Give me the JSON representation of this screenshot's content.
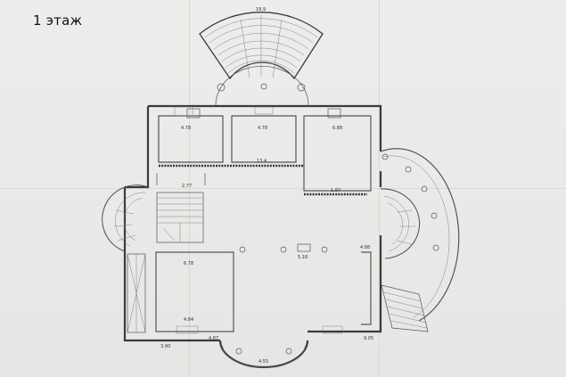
{
  "title": "1 этаж",
  "labels": {
    "top_steps": "19.9",
    "room_tl_w": "4.78",
    "room_tc_w": "4.78",
    "room_tr_w": "6.88",
    "room_bl_w": "6.78",
    "room_center_w": "13.4",
    "room_br_w": "4.88",
    "stair_w": "2.77",
    "dim_a": "4.84",
    "dim_b": "1.97",
    "dim_c": "5.18",
    "dim_d": "3.90",
    "dim_e": "4.87",
    "dim_f": "9.05",
    "bottom_arc": "4.55"
  }
}
